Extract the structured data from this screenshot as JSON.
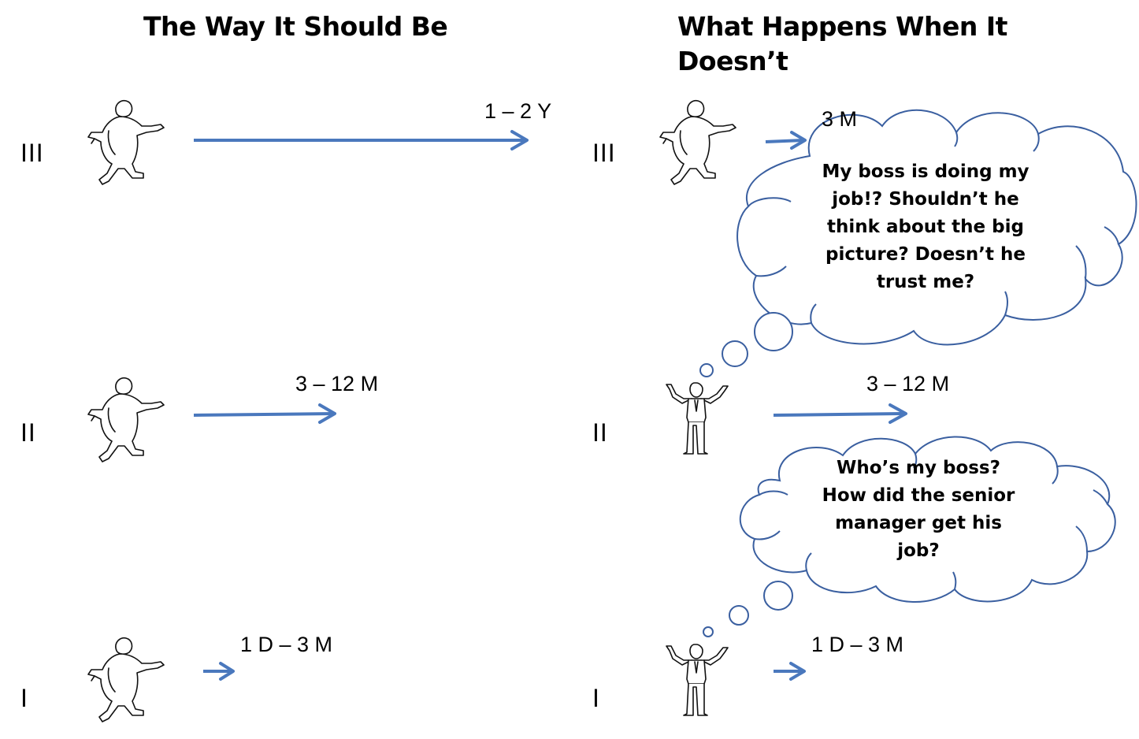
{
  "titles": {
    "left": "The Way It Should Be",
    "right": "What Happens When It Doesn’t"
  },
  "levels": {
    "left": [
      "III",
      "II",
      "I"
    ],
    "right": [
      "III",
      "II",
      "I"
    ]
  },
  "durations": {
    "left": [
      "1 – 2 Y",
      "3 – 12 M",
      "1 D – 3 M"
    ],
    "right": [
      "3 M",
      "3 – 12 M",
      "1 D – 3 M"
    ]
  },
  "bubbles": {
    "top": [
      "My boss is doing my",
      "job!? Shouldn’t he",
      "think about the big",
      "picture? Doesn’t he",
      "trust me?"
    ],
    "bottom": [
      "Who’s my boss?",
      "How did the senior",
      "manager get his",
      "job?"
    ]
  },
  "colors": {
    "arrow": "#4a78bd",
    "cloud_outline": "#3a5fa0"
  },
  "icons": {
    "running_figure": "running-person-icon",
    "standing_figure": "arms-raised-person-icon"
  }
}
